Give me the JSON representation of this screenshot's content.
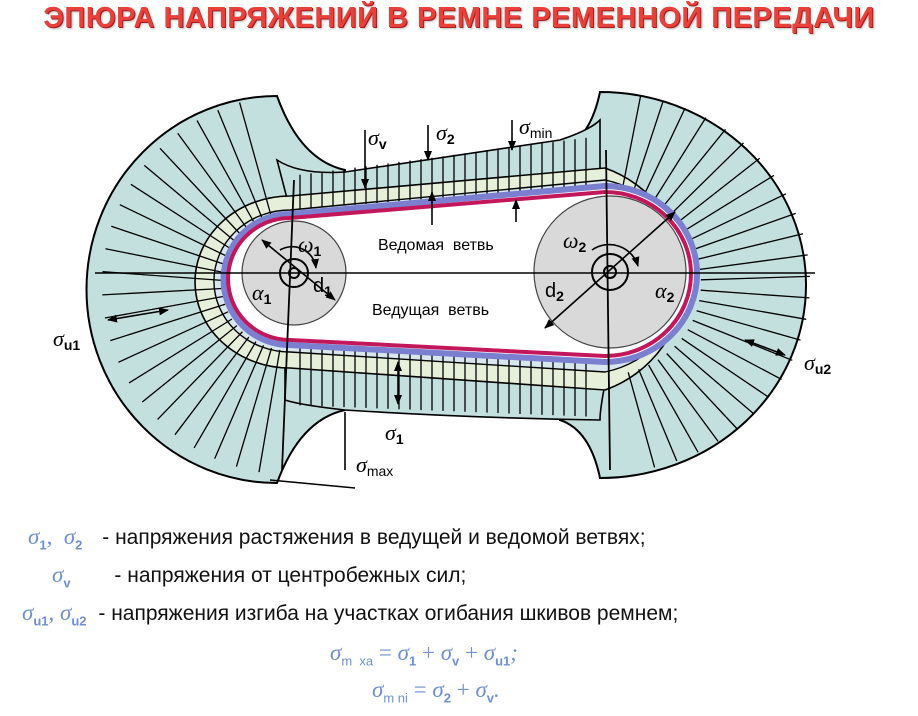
{
  "title": "ЭПЮРА НАПРЯЖЕНИЙ В РЕМНЕ РЕМЕННОЙ ПЕРЕДАЧИ",
  "colors": {
    "title": "#e8403b",
    "fill": "#c4e0de",
    "fill_light": "#e6efd9",
    "belt_red": "#c2185b",
    "belt_blue": "#7a7fd0",
    "pulley": "#d9d9d9",
    "symbol_blue": "#6e8fd0"
  },
  "diagram": {
    "sigma_v": {
      "sym": "σ",
      "sub": "v"
    },
    "sigma_2": {
      "sym": "σ",
      "sub": "2"
    },
    "sigma_min": {
      "sym": "σ",
      "sub": "min"
    },
    "sigma_1": {
      "sym": "σ",
      "sub": "1"
    },
    "sigma_max": {
      "sym": "σ",
      "sub": "max"
    },
    "sigma_u1": {
      "sym": "σ",
      "sub": "u1"
    },
    "sigma_u2": {
      "sym": "σ",
      "sub": "u2"
    },
    "omega_1": {
      "sym": "ω",
      "sub": "1"
    },
    "omega_2": {
      "sym": "ω",
      "sub": "2"
    },
    "alpha_1": {
      "sym": "α",
      "sub": "1"
    },
    "alpha_2": {
      "sym": "α",
      "sub": "2"
    },
    "d_1": {
      "sym": "d",
      "sub": "1"
    },
    "d_2": {
      "sym": "d",
      "sub": "2"
    },
    "driven_branch": "Ведомая  ветвь",
    "driving_branch": "Ведущая  ветвь"
  },
  "legend": [
    {
      "symbols": [
        {
          "sym": "σ",
          "sub": "1"
        },
        {
          "sym": "σ",
          "sub": "2"
        }
      ],
      "sep": ",  ",
      "desc": "- напряжения растяжения в ведущей и ведомой ветвях;"
    },
    {
      "symbols": [
        {
          "sym": "σ",
          "sub": "v"
        }
      ],
      "sep": "",
      "desc": "- напряжения от центробежных сил;"
    },
    {
      "symbols": [
        {
          "sym": "σ",
          "sub": "u1"
        },
        {
          "sym": "σ",
          "sub": "u2"
        }
      ],
      "sep": ", ",
      "desc": "- напряжения изгиба на участках огибания шкивов ремнем;"
    }
  ],
  "formulas": {
    "f1": {
      "lhs_sym": "σ",
      "lhs_sub": "m  xa",
      "eq": " = ",
      "t1": "σ",
      "t1sub": "1",
      "plus1": " + ",
      "t2": "σ",
      "t2sub": "v",
      "plus2": " + ",
      "t3": "σ",
      "t3sub": "u1",
      "end": ";"
    },
    "f2": {
      "lhs_sym": "σ",
      "lhs_sub": "m ni",
      "eq": " = ",
      "t1": "σ",
      "t1sub": "2",
      "plus1": " + ",
      "t2": "σ",
      "t2sub": "v",
      "end": "."
    }
  }
}
